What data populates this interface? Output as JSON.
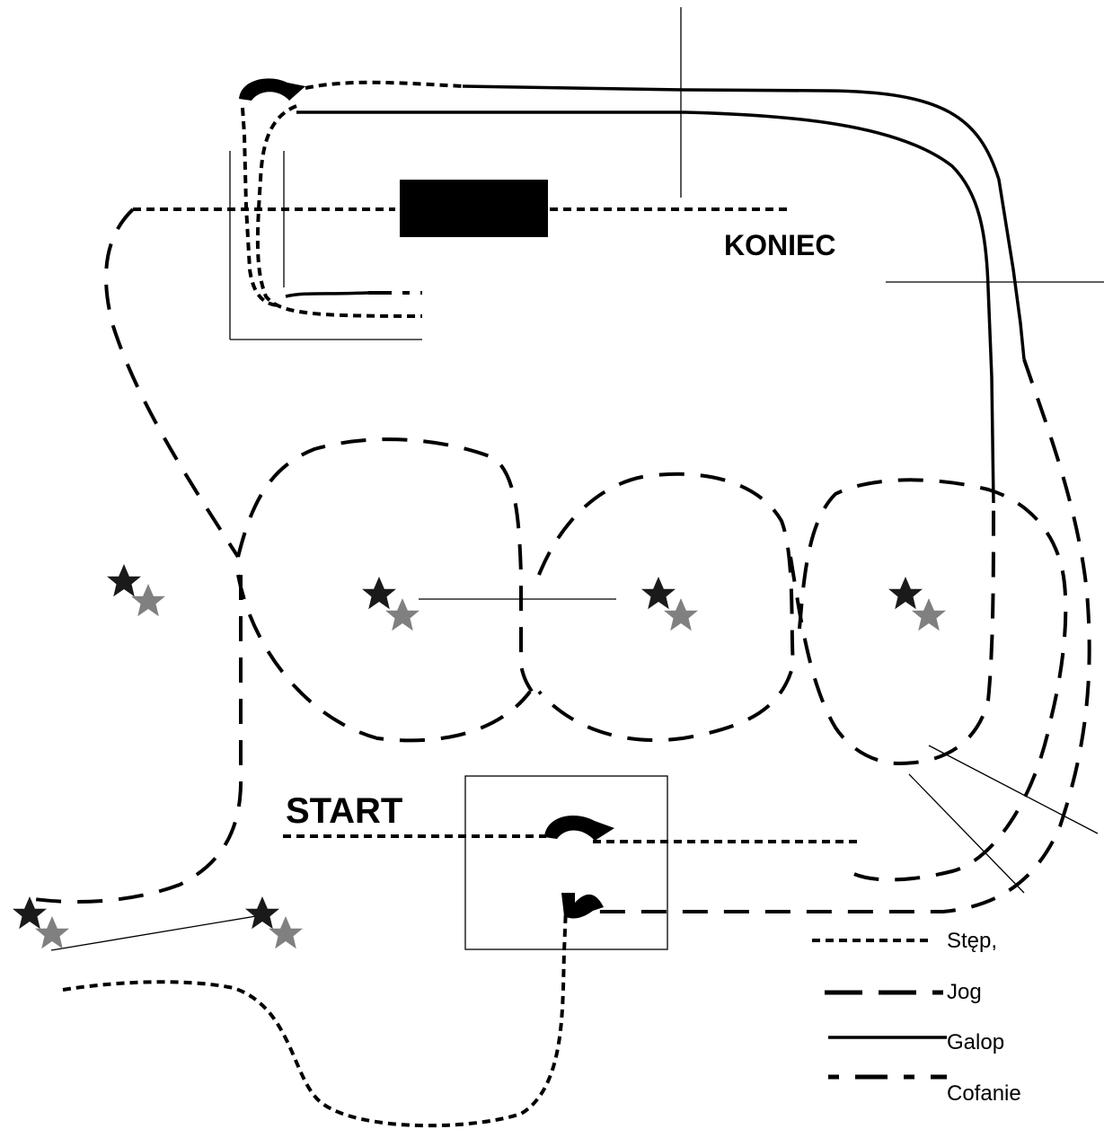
{
  "labels": {
    "start": "START",
    "end": "KONIEC"
  },
  "legend": [
    {
      "label": "Stęp,",
      "style": "stęp"
    },
    {
      "label": "Jog",
      "style": "jog"
    },
    {
      "label": "Galop",
      "style": "galop"
    },
    {
      "label": "Cofanie",
      "style": "cofanie"
    }
  ],
  "colors": {
    "line": "#000000",
    "star_dark": "#1a1a1a",
    "star_grey": "#808080",
    "obstacle": "#000000"
  },
  "icons": [
    "turn-arrow-icon",
    "star-marker-icon"
  ]
}
